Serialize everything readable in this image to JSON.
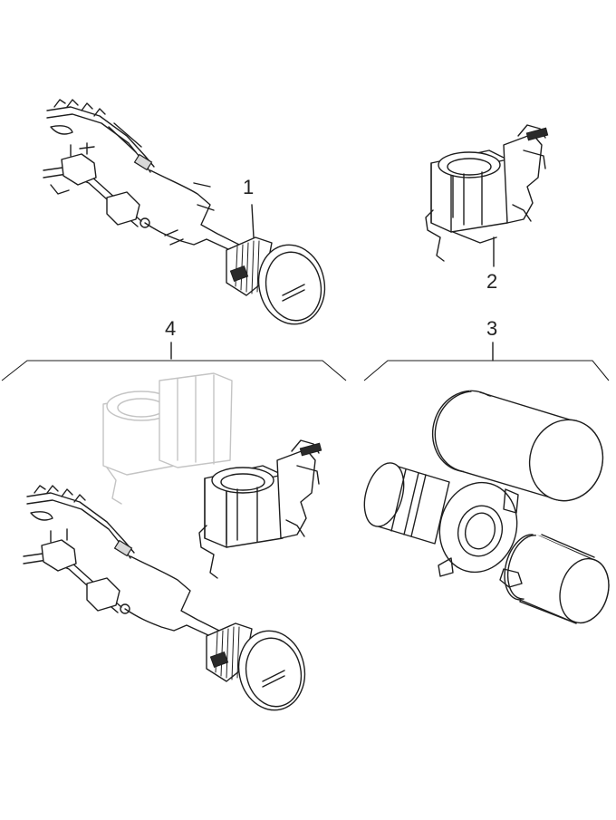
{
  "callouts": {
    "item_1": "1",
    "item_2": "2",
    "item_3": "3",
    "item_4": "4"
  },
  "colors": {
    "line": "#1e1e1e",
    "ghost": "#c4c4c4",
    "background": "#ffffff"
  }
}
